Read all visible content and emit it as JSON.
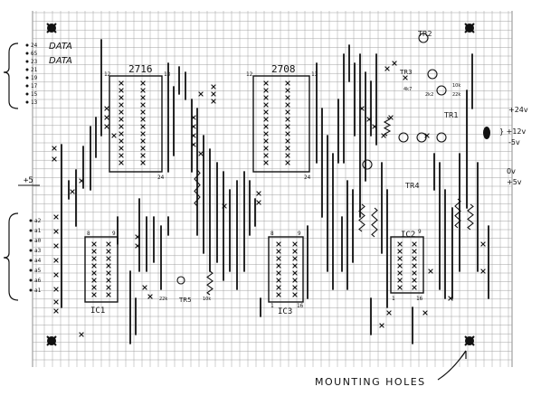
{
  "chips": [
    {
      "name": "2716",
      "pin_left": "12",
      "pin_right": "13",
      "pin_bottom_right": "24"
    },
    {
      "name": "2708",
      "pin_left": "12",
      "pin_right": "13",
      "pin_bottom_right": "24"
    },
    {
      "name": "IC1",
      "pin_top_left": "8",
      "pin_top_right": "9"
    },
    {
      "name": "IC3",
      "pin_top_left": "8",
      "pin_top_right": "9",
      "pin_bottom_left": "1",
      "pin_bottom_right": "16"
    },
    {
      "name": "IC2",
      "pin_top_right": "9",
      "pin_bottom_left": "1",
      "pin_bottom_right": "16"
    }
  ],
  "data_bus": {
    "label_line1": "DATA",
    "label_line2": "DATA",
    "pins": [
      "24",
      "65",
      "23",
      "21",
      "19",
      "17",
      "15",
      "13"
    ]
  },
  "address_pins": [
    "a2",
    "a1",
    "a0",
    "a3",
    "a4",
    "a5",
    "a6",
    "a1"
  ],
  "left_labels": [
    "+5"
  ],
  "power_labels": [
    "+24v",
    "} +12v",
    "-5v",
    "0v",
    "+5v"
  ],
  "transistors": [
    "TR1",
    "TR2",
    "TR3",
    "TR4",
    "TR5"
  ],
  "component_labels": [
    "22k",
    "10k",
    "2k2",
    "4k7",
    "10k",
    "22k"
  ],
  "caption": "MOUNTING  HOLES"
}
